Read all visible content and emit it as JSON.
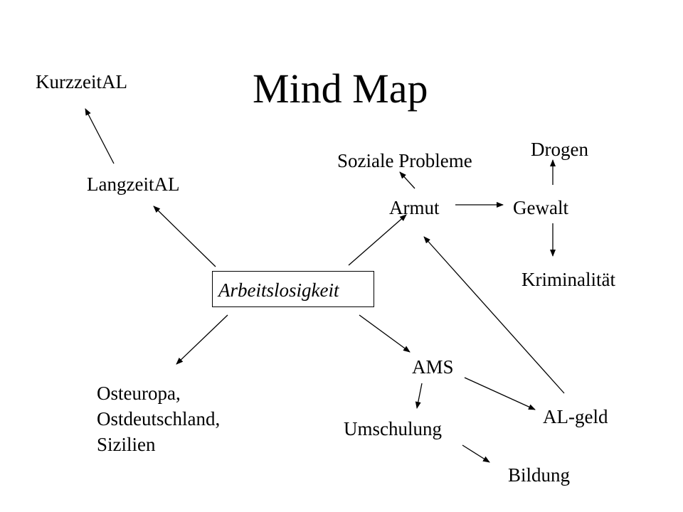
{
  "title": "Mind Map",
  "center": "Arbeitslosigkeit",
  "nodes": {
    "kurzzeit": "KurzzeitAL",
    "langzeit": "LangzeitAL",
    "soziale": "Soziale Probleme",
    "drogen": "Drogen",
    "armut": "Armut",
    "gewalt": "Gewalt",
    "kriminalitaet": "Kriminalität",
    "ams": "AMS",
    "osteuropa": [
      "Osteuropa,",
      "Ostdeutschland,",
      "Sizilien"
    ],
    "umschulung": "Umschulung",
    "algeld": "AL-geld",
    "bildung": "Bildung"
  }
}
